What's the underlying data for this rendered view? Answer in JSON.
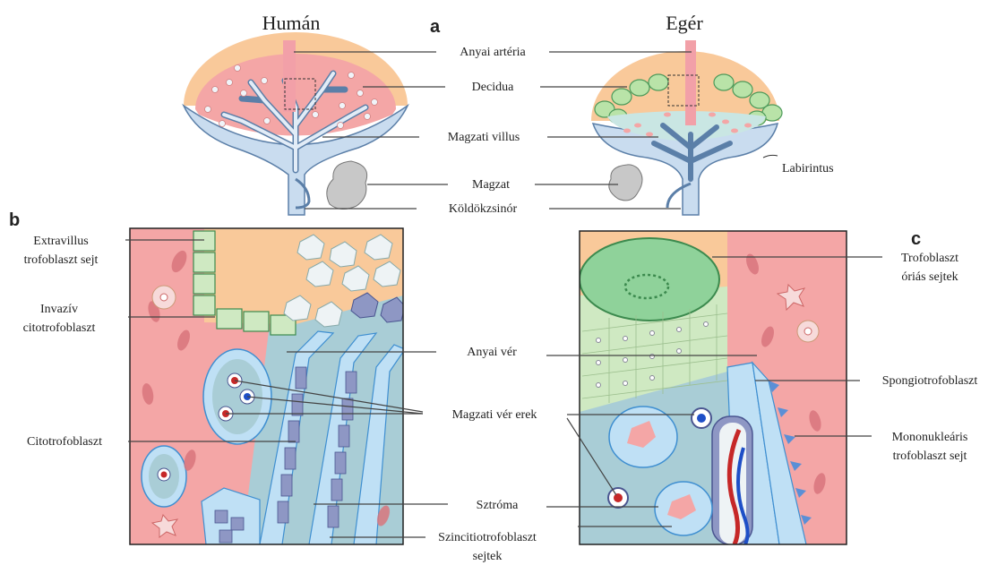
{
  "panels": {
    "a": "a",
    "b": "b",
    "c": "c"
  },
  "titles": {
    "human": "Humán",
    "mouse": "Egér"
  },
  "labels_a": {
    "maternal_artery": "Anyai artéria",
    "decidua": "Decidua",
    "fetal_villus": "Magzati villus",
    "fetus": "Magzat",
    "umbilical_cord": "Köldökzsinór",
    "labyrinth": "Labirintus"
  },
  "labels_b": {
    "extravillous_1": "Extravillus",
    "extravillous_2": "trofoblaszt sejt",
    "invasive_1": "Invazív",
    "invasive_2": "citotrofoblaszt",
    "cytotrophoblast": "Citotrofoblaszt"
  },
  "labels_center": {
    "maternal_blood": "Anyai vér",
    "fetal_vessels": "Magzati vér erek",
    "stroma": "Sztróma",
    "syncytio_1": "Szincitiotrofoblaszt",
    "syncytio_2": "sejtek"
  },
  "labels_c": {
    "giant_1": "Trofoblaszt",
    "giant_2": "óriás sejtek",
    "spongio": "Spongiotrofoblaszt",
    "mono_1": "Mononukleáris",
    "mono_2": "trofoblaszt sejt"
  },
  "colors": {
    "decidua_orange": "#f9c99a",
    "maternal_pink": "#f4a6a6",
    "villus_blue": "#c9dcef",
    "green_cell": "#cfe9c2",
    "dark_green": "#3c8a4e",
    "stroma_blue": "#a9cdd6",
    "syncytio_blue": "#bfe0f5",
    "nucleus_purple": "#8e97c4",
    "red_cell": "#c62828",
    "blue_cell": "#1e4fc7"
  }
}
